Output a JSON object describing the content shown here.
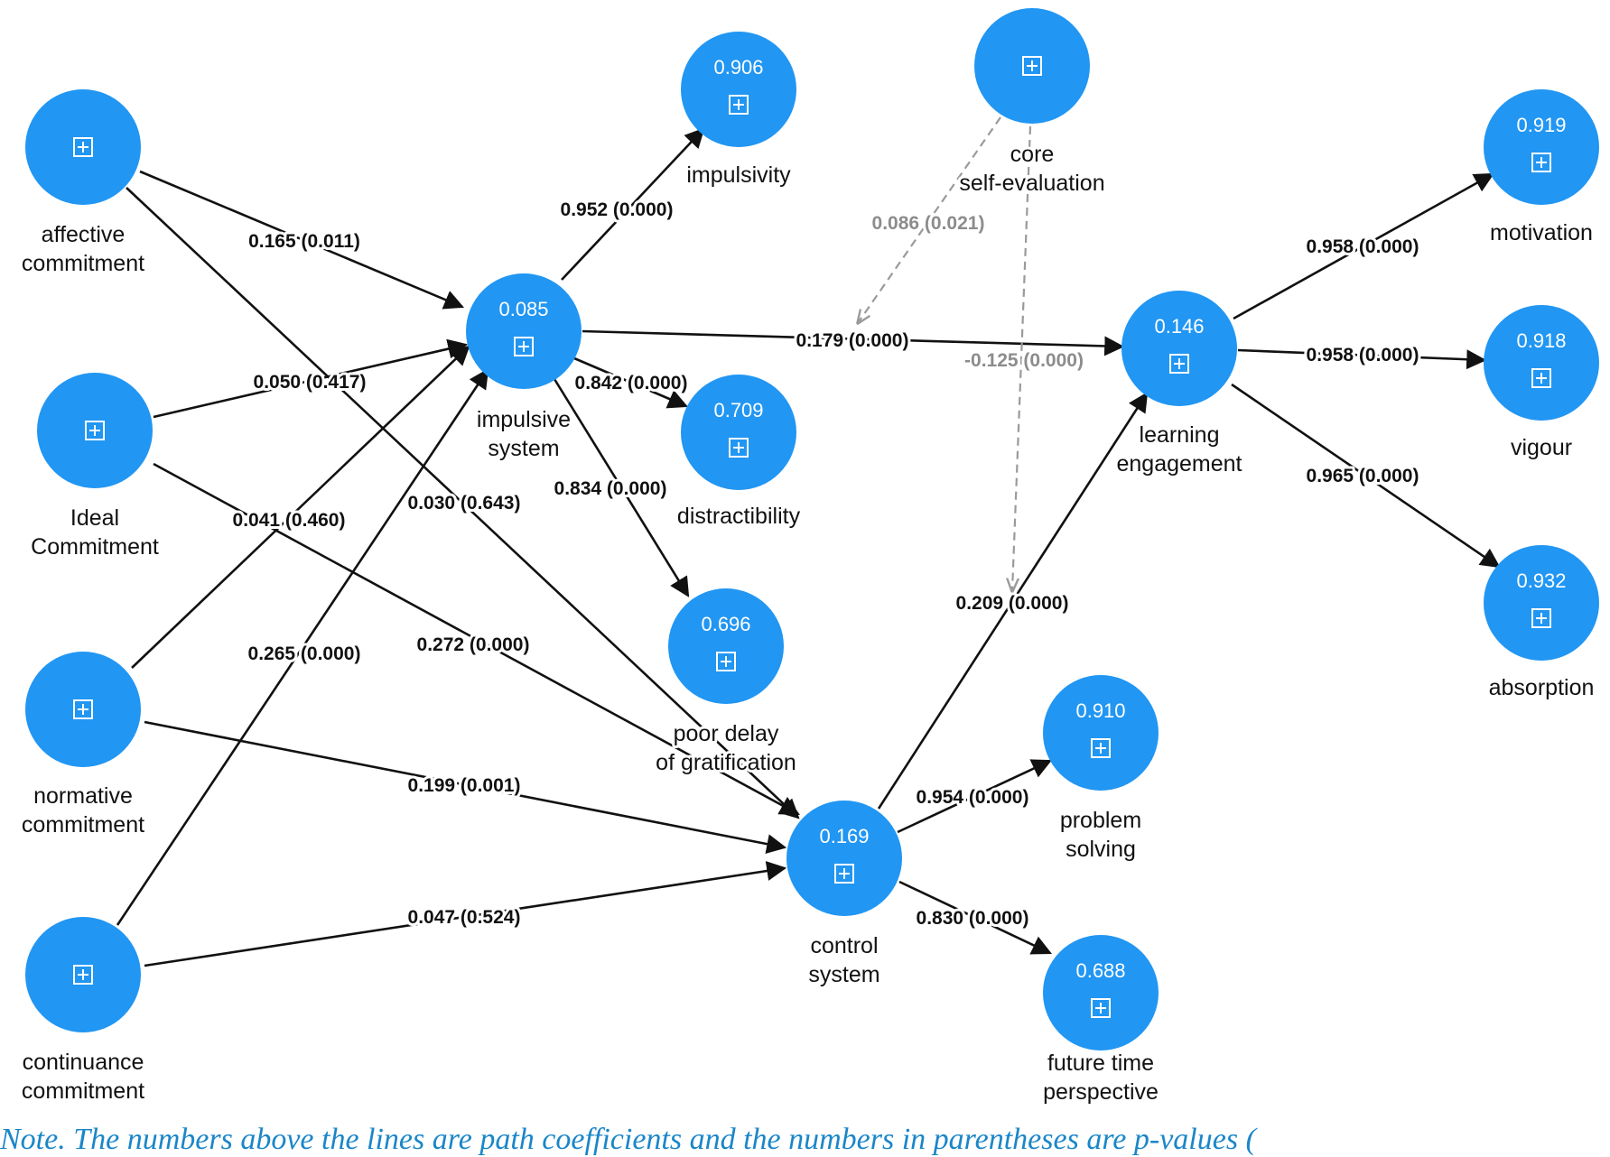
{
  "colors": {
    "node_fill": "#2196f3",
    "node_text": "#ffffff",
    "arrow": "#111111",
    "moderation_arrow": "#9a9a9a",
    "note_text": "#1a86c8"
  },
  "nodes": [
    {
      "id": "affective",
      "label": [
        "affective",
        "commitment"
      ],
      "r2": "",
      "icon": "plus-box-icon"
    },
    {
      "id": "ideal",
      "label": [
        "Ideal",
        "Commitment"
      ],
      "r2": "",
      "icon": "plus-box-icon"
    },
    {
      "id": "normative",
      "label": [
        "normative",
        "commitment"
      ],
      "r2": "",
      "icon": "plus-box-icon"
    },
    {
      "id": "continuance",
      "label": [
        "continuance",
        "commitment"
      ],
      "r2": "",
      "icon": "plus-box-icon"
    },
    {
      "id": "impulsive",
      "label": [
        "impulsive",
        "system"
      ],
      "r2": "0.085",
      "icon": "plus-box-icon"
    },
    {
      "id": "impulsivity",
      "label": [
        "impulsivity"
      ],
      "r2": "0.906",
      "icon": "plus-box-icon"
    },
    {
      "id": "distractibility",
      "label": [
        "distractibility"
      ],
      "r2": "0.709",
      "icon": "plus-box-icon"
    },
    {
      "id": "poordelay",
      "label": [
        "poor delay",
        "of gratification"
      ],
      "r2": "0.696",
      "icon": "plus-box-icon"
    },
    {
      "id": "core",
      "label": [
        "core",
        "self-evaluation"
      ],
      "r2": "",
      "icon": "plus-box-icon"
    },
    {
      "id": "learning",
      "label": [
        "learning",
        "engagement"
      ],
      "r2": "0.146",
      "icon": "plus-box-icon"
    },
    {
      "id": "motivation",
      "label": [
        "motivation"
      ],
      "r2": "0.919",
      "icon": "plus-box-icon"
    },
    {
      "id": "vigour",
      "label": [
        "vigour"
      ],
      "r2": "0.918",
      "icon": "plus-box-icon"
    },
    {
      "id": "absorption",
      "label": [
        "absorption"
      ],
      "r2": "0.932",
      "icon": "plus-box-icon"
    },
    {
      "id": "control",
      "label": [
        "control",
        "system"
      ],
      "r2": "0.169",
      "icon": "plus-box-icon"
    },
    {
      "id": "problem",
      "label": [
        "problem",
        "solving"
      ],
      "r2": "0.910",
      "icon": "plus-box-icon"
    },
    {
      "id": "future",
      "label": [
        "future time",
        "perspective"
      ],
      "r2": "0.688",
      "icon": "plus-box-icon"
    }
  ],
  "paths": [
    {
      "from": "affective",
      "to": "impulsive",
      "label": "0.165 (0.011)"
    },
    {
      "from": "affective",
      "to": "control",
      "label": "0.030 (0.643)"
    },
    {
      "from": "ideal",
      "to": "impulsive",
      "label": "0.050 (0.417)"
    },
    {
      "from": "ideal",
      "to": "control",
      "label": "0.272 (0.000)"
    },
    {
      "from": "normative",
      "to": "impulsive",
      "label": "0.041 (0.460)"
    },
    {
      "from": "normative",
      "to": "control",
      "label": "0.199 (0.001)"
    },
    {
      "from": "continuance",
      "to": "impulsive",
      "label": "0.265 (0.000)"
    },
    {
      "from": "continuance",
      "to": "control",
      "label": "0.047 (0.524)"
    },
    {
      "from": "impulsive",
      "to": "impulsivity",
      "label": "0.952 (0.000)"
    },
    {
      "from": "impulsive",
      "to": "distractibility",
      "label": "0.842 (0.000)"
    },
    {
      "from": "impulsive",
      "to": "poordelay",
      "label": "0.834 (0.000)"
    },
    {
      "from": "impulsive",
      "to": "learning",
      "label": "0.179 (0.000)"
    },
    {
      "from": "control",
      "to": "learning",
      "label": "0.209 (0.000)"
    },
    {
      "from": "control",
      "to": "problem",
      "label": "0.954 (0.000)"
    },
    {
      "from": "control",
      "to": "future",
      "label": "0.830 (0.000)"
    },
    {
      "from": "learning",
      "to": "motivation",
      "label": "0.958 (0.000)"
    },
    {
      "from": "learning",
      "to": "vigour",
      "label": "0.958 (0.000)"
    },
    {
      "from": "learning",
      "to": "absorption",
      "label": "0.965 (0.000)"
    },
    {
      "from": "core",
      "to": "impulsive-learning-path",
      "label": "0.086 (0.021)",
      "moderation": true
    },
    {
      "from": "core",
      "to": "control-learning-path",
      "label": "-0.125 (0.000)",
      "moderation": true
    }
  ],
  "note": "Note. The numbers above the lines are path coefficients and the numbers in parentheses are p-values ("
}
